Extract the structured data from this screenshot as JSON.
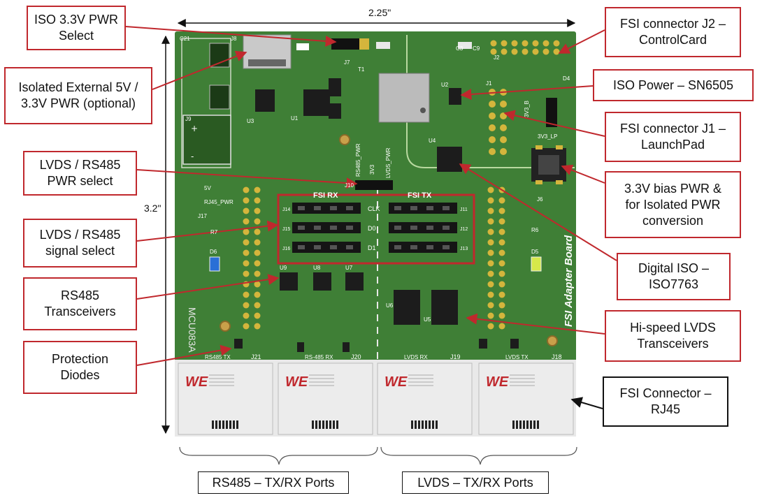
{
  "dimensions": {
    "width_label": "2.25\"",
    "height_label": "3.2\""
  },
  "callouts": {
    "iso_pwr_select": "ISO 3.3V PWR\nSelect",
    "isolated_ext_pwr": "Isolated External 5V /\n3.3V PWR (optional)",
    "lvds_rs485_pwr_select": "LVDS / RS485\nPWR select",
    "lvds_rs485_signal_select": "LVDS / RS485\nsignal select",
    "rs485_transceivers": "RS485\nTransceivers",
    "protection_diodes": "Protection\nDiodes",
    "fsi_j2": "FSI connector J2 –\nControlCard",
    "iso_power": "ISO Power – SN6505",
    "fsi_j1": "FSI connector J1 –\nLaunchPad",
    "bias_pwr": "3.3V bias PWR &\nfor Isolated PWR\nconversion",
    "digital_iso": "Digital ISO –\nISO7763",
    "lvds_transceivers": "Hi-speed LVDS\nTransceivers",
    "fsi_rj45": "FSI Connector –\nRJ45"
  },
  "ports": {
    "rs485": "RS485 – TX/RX Ports",
    "lvds": "LVDS – TX/RX Ports"
  },
  "board": {
    "title": "FSI Adapter Board",
    "part_number": "MCU083A",
    "connector_labels": [
      "J21",
      "J20",
      "J19",
      "J18"
    ],
    "port_silk": [
      "RS485 TX",
      "RS-485 RX",
      "LVDS RX",
      "LVDS TX"
    ],
    "section_labels": [
      "FSI RX",
      "FSI TX"
    ],
    "signal_labels": [
      "CLK",
      "D0",
      "D1"
    ],
    "header_labels_left": [
      "J14",
      "J15",
      "J16"
    ],
    "header_labels_right": [
      "J11",
      "J12",
      "J13"
    ],
    "ic_labels": [
      "U9",
      "U8",
      "U7",
      "U6",
      "U5",
      "U4",
      "U2",
      "U3",
      "U1",
      "T1"
    ],
    "misc_labels": [
      "J8",
      "J9",
      "J7",
      "J10",
      "J6",
      "J17",
      "C21",
      "RS485_PWR",
      "3V3",
      "LVDS_PWR",
      "5V",
      "RJ45_PWR",
      "3V3_LP",
      "3V3_B",
      "D4",
      "D6",
      "D5",
      "R7",
      "R6",
      "C3",
      "C9",
      "J2",
      "J1"
    ],
    "logo": "WE"
  },
  "colors": {
    "pcb": "#3f7f36",
    "pcb_dark": "#2f6428",
    "pad": "#d4b53c",
    "callout_border": "#c0282d"
  }
}
